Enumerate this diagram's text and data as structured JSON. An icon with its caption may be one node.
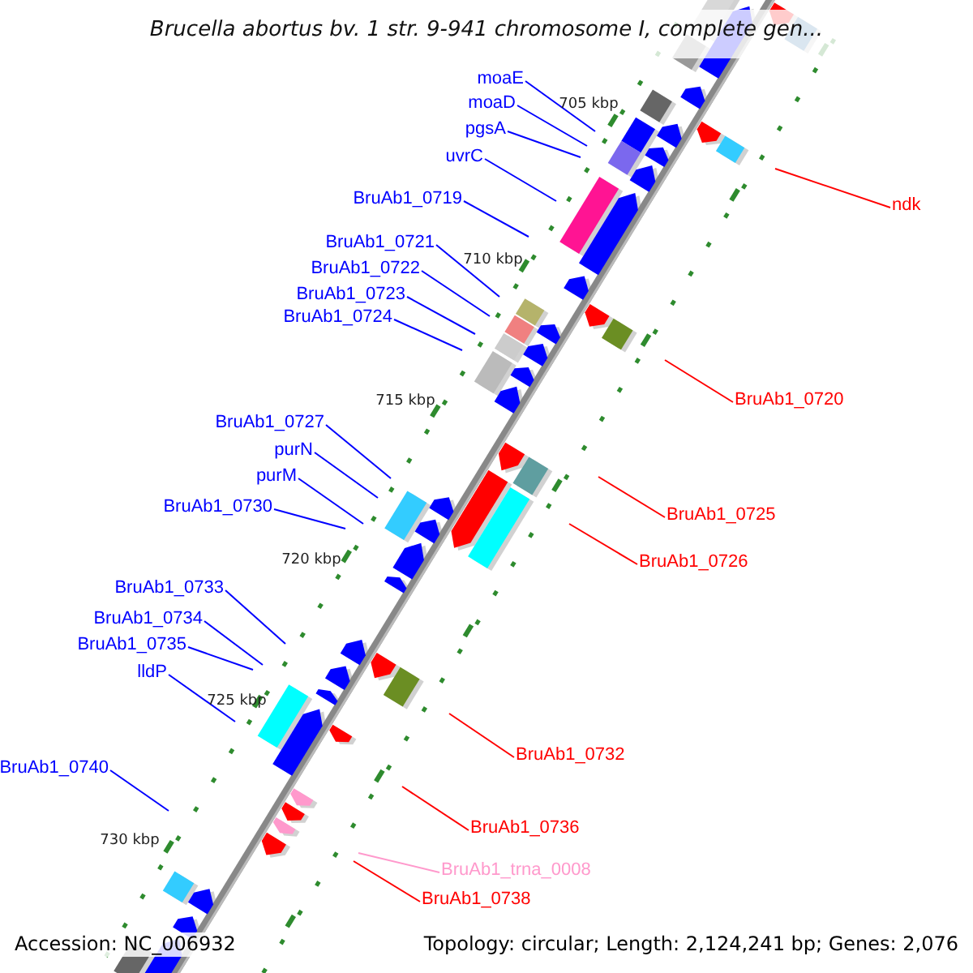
{
  "diagram": {
    "title": "Brucella abortus bv. 1 str. 9-941 chromosome I, complete gen...",
    "nodes": [
      {
        "text": [
          "moaE"
        ]
      },
      {
        "text": [
          "moaD"
        ]
      },
      {
        "text": [
          "pgsA"
        ]
      },
      {
        "text": [
          "uvrC"
        ]
      },
      {
        "text": [
          "BruAb1_0719"
        ]
      },
      {
        "text": [
          "ndk"
        ]
      },
      {
        "text": [
          "BruAb1_0721"
        ]
      },
      {
        "text": [
          "BruAb1_0722"
        ]
      },
      {
        "text": [
          "BruAb1_0723"
        ]
      },
      {
        "text": [
          "BruAb1_0724"
        ]
      },
      {
        "text": [
          "BruAb1_0720"
        ]
      },
      {
        "text": [
          "BruAb1_0727"
        ]
      },
      {
        "text": [
          "purN"
        ]
      },
      {
        "text": [
          "purM"
        ]
      },
      {
        "text": [
          "BruAb1_0730"
        ]
      },
      {
        "text": [
          "BruAb1_0725"
        ]
      },
      {
        "text": [
          "BruAb1_0726"
        ]
      },
      {
        "text": [
          "BruAb1_0733"
        ]
      },
      {
        "text": [
          "BruAb1_0734"
        ]
      },
      {
        "text": [
          "BruAb1_0735"
        ]
      },
      {
        "text": [
          "lldP"
        ]
      },
      {
        "text": [
          "BruAb1_0732"
        ]
      },
      {
        "text": [
          "BruAb1_0740"
        ]
      },
      {
        "text": [
          "BruAb1_0736"
        ]
      },
      {
        "text": [
          "BruAb1_trna_0008"
        ]
      },
      {
        "text": [
          "BruAb1_0738"
        ]
      }
    ],
    "edges": [
      {
        "from": 0,
        "to": null,
        "arrow": "none"
      },
      {
        "from": 1,
        "to": null,
        "arrow": "none"
      },
      {
        "from": 2,
        "to": null,
        "arrow": "none"
      },
      {
        "from": 3,
        "to": null,
        "arrow": "none"
      },
      {
        "from": 4,
        "to": null,
        "arrow": "none"
      },
      {
        "from": 5,
        "to": null,
        "arrow": "none",
        "color": "#ff0000"
      },
      {
        "from": 6,
        "to": null,
        "arrow": "none"
      },
      {
        "from": 7,
        "to": null,
        "arrow": "none"
      },
      {
        "from": 8,
        "to": null,
        "arrow": "none"
      },
      {
        "from": 9,
        "to": null,
        "arrow": "none"
      },
      {
        "from": 10,
        "to": null,
        "arrow": "none",
        "color": "#ff0000"
      },
      {
        "from": 11,
        "to": null,
        "arrow": "none"
      },
      {
        "from": 12,
        "to": null,
        "arrow": "none"
      },
      {
        "from": 13,
        "to": null,
        "arrow": "none"
      },
      {
        "from": 14,
        "to": null,
        "arrow": "none"
      },
      {
        "from": 15,
        "to": null,
        "arrow": "none",
        "color": "#ff0000"
      },
      {
        "from": 16,
        "to": null,
        "arrow": "none",
        "color": "#ff0000"
      },
      {
        "from": 17,
        "to": null,
        "arrow": "none"
      },
      {
        "from": 18,
        "to": null,
        "arrow": "none"
      },
      {
        "from": 19,
        "to": null,
        "arrow": "none"
      },
      {
        "from": 20,
        "to": null,
        "arrow": "none"
      },
      {
        "from": 21,
        "to": null,
        "arrow": "none",
        "color": "#ff0000"
      },
      {
        "from": 22,
        "to": null,
        "arrow": "none"
      },
      {
        "from": 23,
        "to": null,
        "arrow": "none",
        "color": "#ff0000"
      },
      {
        "from": 24,
        "to": null,
        "arrow": "none",
        "color": "#ff99cc"
      },
      {
        "from": 25,
        "to": null,
        "arrow": "none",
        "color": "#ff0000"
      }
    ],
    "labels": [
      "705 kbp",
      "710 kbp",
      "715 kbp",
      "720 kbp",
      "725 kbp",
      "730 kbp",
      "Accession: NC_006932",
      "Topology: circular; Length: 2,124,241 bp; Genes: 2,076"
    ]
  }
}
